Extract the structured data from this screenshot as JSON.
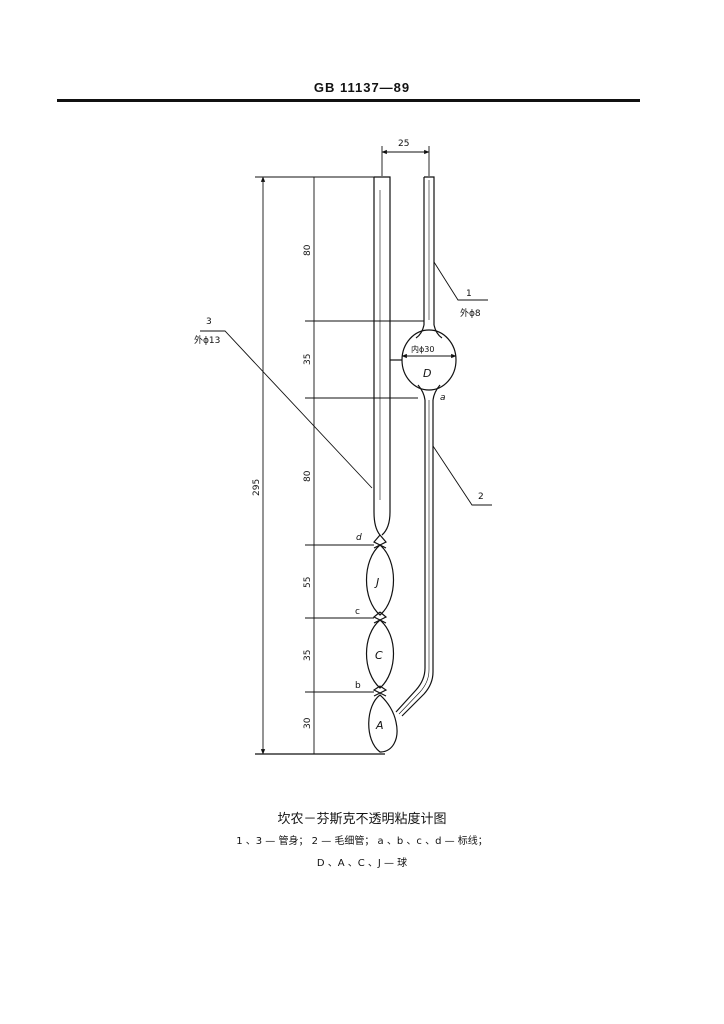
{
  "header": {
    "standard_code": "GB 11137—89"
  },
  "dimensions": {
    "top_width": "25",
    "overall_height": "295",
    "seg_top": "80",
    "seg_bulb_d": "35",
    "seg_mid": "80",
    "seg_j": "55",
    "seg_c": "35",
    "seg_a": "30"
  },
  "callouts": {
    "tube1_num": "1",
    "tube1_od": "外ϕ8",
    "tube2_num": "2",
    "tube3_num": "3",
    "tube3_od": "外ϕ13",
    "bulb_d_id": "内ϕ30"
  },
  "bulbs": {
    "d": "D",
    "j": "J",
    "c": "C",
    "a": "A"
  },
  "marks": {
    "a": "a",
    "b": "b",
    "c": "c",
    "d": "d"
  },
  "caption": {
    "title": "坎农－芬斯克不透明粘度计图",
    "line1": "1 、3 — 管身； 2 — 毛细管； a 、b 、c 、d — 标线；",
    "line2": "D 、A 、C 、J — 球"
  }
}
